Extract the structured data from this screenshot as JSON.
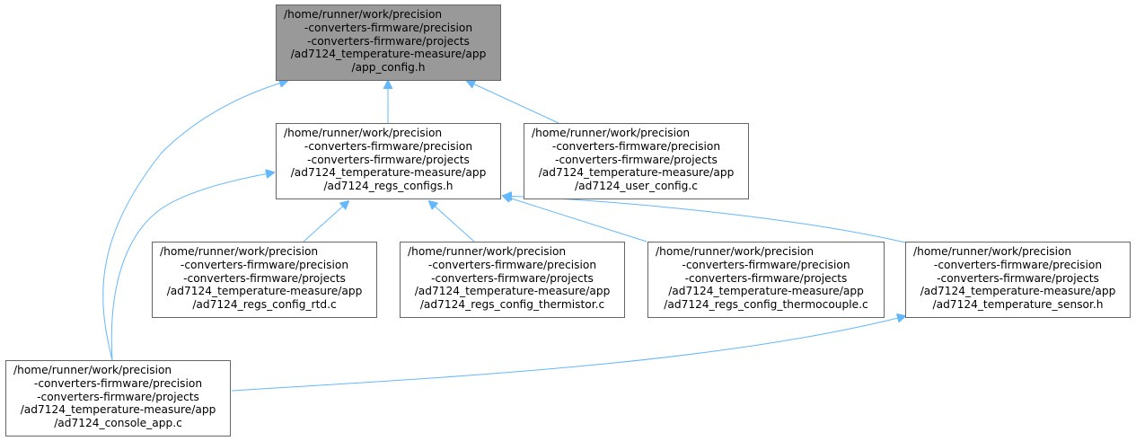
{
  "diagram": {
    "type": "include-dependency-graph",
    "colors": {
      "edge": "#63b8ff",
      "root_fill": "#999999",
      "node_fill": "#ffffff",
      "node_border": "#666666"
    },
    "nodes": [
      {
        "id": "app_config",
        "lines": [
          "/home/runner/work/precision",
          "-converters-firmware/precision",
          "-converters-firmware/projects",
          "/ad7124_temperature-measure/app",
          "/app_config.h"
        ]
      },
      {
        "id": "regs_configs_h",
        "lines": [
          "/home/runner/work/precision",
          "-converters-firmware/precision",
          "-converters-firmware/projects",
          "/ad7124_temperature-measure/app",
          "/ad7124_regs_configs.h"
        ]
      },
      {
        "id": "user_config_c",
        "lines": [
          "/home/runner/work/precision",
          "-converters-firmware/precision",
          "-converters-firmware/projects",
          "/ad7124_temperature-measure/app",
          "/ad7124_user_config.c"
        ]
      },
      {
        "id": "regs_config_rtd_c",
        "lines": [
          "/home/runner/work/precision",
          "-converters-firmware/precision",
          "-converters-firmware/projects",
          "/ad7124_temperature-measure/app",
          "/ad7124_regs_config_rtd.c"
        ]
      },
      {
        "id": "regs_config_thermistor_c",
        "lines": [
          "/home/runner/work/precision",
          "-converters-firmware/precision",
          "-converters-firmware/projects",
          "/ad7124_temperature-measure/app",
          "/ad7124_regs_config_thermistor.c"
        ]
      },
      {
        "id": "regs_config_thermocouple_c",
        "lines": [
          "/home/runner/work/precision",
          "-converters-firmware/precision",
          "-converters-firmware/projects",
          "/ad7124_temperature-measure/app",
          "/ad7124_regs_config_thermocouple.c"
        ]
      },
      {
        "id": "temperature_sensor_h",
        "lines": [
          "/home/runner/work/precision",
          "-converters-firmware/precision",
          "-converters-firmware/projects",
          "/ad7124_temperature-measure/app",
          "/ad7124_temperature_sensor.h"
        ]
      },
      {
        "id": "console_app_c",
        "lines": [
          "/home/runner/work/precision",
          "-converters-firmware/precision",
          "-converters-firmware/projects",
          "/ad7124_temperature-measure/app",
          "/ad7124_console_app.c"
        ]
      }
    ],
    "edges": [
      {
        "from": "regs_configs_h",
        "to": "app_config"
      },
      {
        "from": "user_config_c",
        "to": "app_config"
      },
      {
        "from": "console_app_c",
        "to": "app_config"
      },
      {
        "from": "regs_config_rtd_c",
        "to": "regs_configs_h"
      },
      {
        "from": "regs_config_thermistor_c",
        "to": "regs_configs_h"
      },
      {
        "from": "regs_config_thermocouple_c",
        "to": "regs_configs_h"
      },
      {
        "from": "temperature_sensor_h",
        "to": "regs_configs_h"
      },
      {
        "from": "console_app_c",
        "to": "regs_configs_h"
      },
      {
        "from": "console_app_c",
        "to": "temperature_sensor_h"
      }
    ]
  }
}
